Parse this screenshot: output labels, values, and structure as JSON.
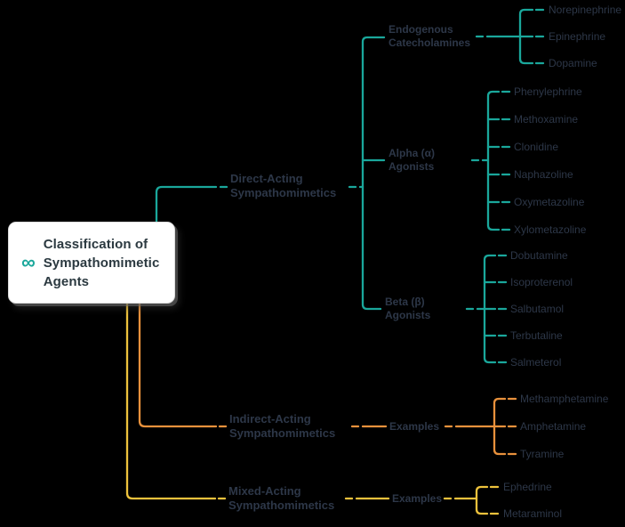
{
  "root": {
    "title": "Classification of Sympathomimetic Agents",
    "icon": "infinity-icon",
    "icon_glyph": "∞"
  },
  "colors": {
    "teal": "#1AA79B",
    "orange": "#E8913C",
    "yellow": "#EDC23C",
    "text": "#2D3748",
    "card_bg": "#FFFFFF",
    "background": "#000000"
  },
  "branches": [
    {
      "label": "Direct-Acting Sympathomimetics",
      "color": "teal",
      "groups": [
        {
          "label": "Endogenous Catecholamines",
          "leaves": [
            "Norepinephrine",
            "Epinephrine",
            "Dopamine"
          ]
        },
        {
          "label": "Alpha (α) Agonists",
          "leaves": [
            "Phenylephrine",
            "Methoxamine",
            "Clonidine",
            "Naphazoline",
            "Oxymetazoline",
            "Xylometazoline"
          ]
        },
        {
          "label": "Beta (β) Agonists",
          "leaves": [
            "Dobutamine",
            "Isoproterenol",
            "Salbutamol",
            "Terbutaline",
            "Salmeterol"
          ]
        }
      ]
    },
    {
      "label": "Indirect-Acting Sympathomimetics",
      "color": "orange",
      "groups": [
        {
          "label": "Examples",
          "leaves": [
            "Methamphetamine",
            "Amphetamine",
            "Tyramine"
          ]
        }
      ]
    },
    {
      "label": "Mixed-Acting Sympathomimetics",
      "color": "yellow",
      "groups": [
        {
          "label": "Examples",
          "leaves": [
            "Ephedrine",
            "Metaraminol"
          ]
        }
      ]
    }
  ]
}
